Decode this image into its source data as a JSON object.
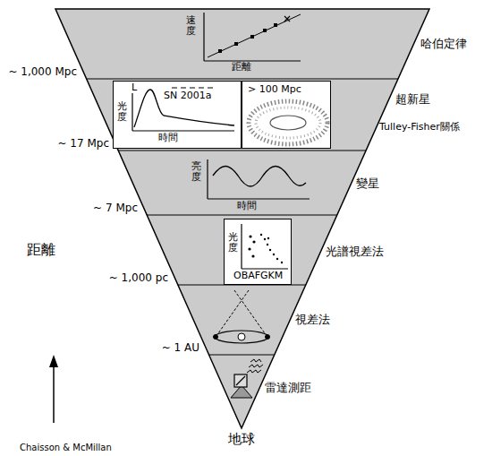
{
  "diagram": {
    "nodes": [
      {
        "text": [
          "L",
          "SN 2001a",
          "光度",
          "時間"
        ]
      },
      {
        "text": [
          "> 100 Mpc"
        ]
      },
      {
        "text": [
          "光度",
          "OBAFGKM"
        ]
      }
    ],
    "labels": [
      "速度",
      "距離",
      "哈伯定律",
      "~ 1,000 Mpc",
      "超新星",
      "Tulley-Fisher關係",
      "~ 17 Mpc",
      "亮度",
      "時間",
      "變星",
      "~ 7 Mpc",
      "光譜視差法",
      "~ 1,000 pc",
      "視差法",
      "~ 1 AU",
      "雷達測距",
      "距離",
      "地球",
      "Chaisson & McMillan"
    ]
  }
}
